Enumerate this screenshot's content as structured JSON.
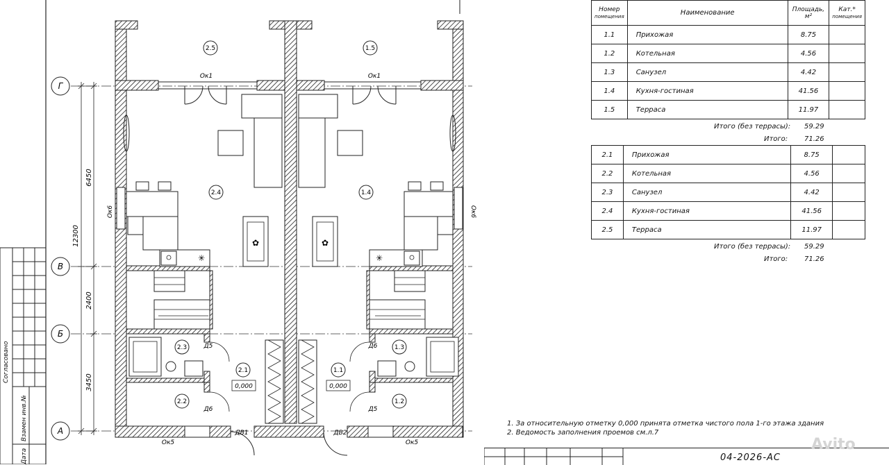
{
  "rooms_table": {
    "headers": {
      "number_line1": "Номер",
      "number_line2": "помещения",
      "name": "Наименование",
      "area_line1": "Площадь,",
      "area_line2": "м²",
      "cat_line1": "Кат.*",
      "cat_line2": "помещения"
    },
    "group1": [
      {
        "num": "1.1",
        "name": "Прихожая",
        "area": "8.75"
      },
      {
        "num": "1.2",
        "name": "Котельная",
        "area": "4.56"
      },
      {
        "num": "1.3",
        "name": "Санузел",
        "area": "4.42"
      },
      {
        "num": "1.4",
        "name": "Кухня-гостиная",
        "area": "41.56"
      },
      {
        "num": "1.5",
        "name": "Терраса",
        "area": "11.97"
      }
    ],
    "group1_total_label": "Итого (без террасы):",
    "group1_total_value": "59.29",
    "group1_grand_label": "Итого:",
    "group1_grand_value": "71.26",
    "group2": [
      {
        "num": "2.1",
        "name": "Прихожая",
        "area": "8.75"
      },
      {
        "num": "2.2",
        "name": "Котельная",
        "area": "4.56"
      },
      {
        "num": "2.3",
        "name": "Санузел",
        "area": "4.42"
      },
      {
        "num": "2.4",
        "name": "Кухня-гостиная",
        "area": "41.56"
      },
      {
        "num": "2.5",
        "name": "Терраса",
        "area": "11.97"
      }
    ],
    "group2_total_label": "Итого (без террасы):",
    "group2_total_value": "59.29",
    "group2_grand_label": "Итого:",
    "group2_grand_value": "71.26"
  },
  "notes": {
    "n1": "1.  За относительную отметку 0,000 принята отметка чистого пола 1-го этажа здания",
    "n2": "2.  Ведомость заполнения проемов см.л.7"
  },
  "stamp": {
    "code": "04-2026-АС"
  },
  "side_labels": {
    "agreed": "Согласовано",
    "replaced": "Взамен инв.№",
    "date": "Дата"
  },
  "watermark": "Avito",
  "plan": {
    "axes": {
      "g": "Г",
      "v": "В",
      "b": "Б",
      "a": "А"
    },
    "dims": {
      "d6450": "6450",
      "d12300": "12300",
      "d2400": "2400",
      "d3450": "3450"
    },
    "rooms": {
      "r25": "2.5",
      "r15": "1.5",
      "r24": "2.4",
      "r14": "1.4",
      "r23": "2.3",
      "r13": "1.3",
      "r21": "2.1",
      "r11": "1.1",
      "r22": "2.2",
      "r12": "1.2"
    },
    "levels": {
      "left": "0,000",
      "right": "0,000"
    },
    "openings": {
      "ok1a": "Ок1",
      "ok1b": "Ок1",
      "ok6a": "Ок6",
      "ok6b": "Ок6",
      "ok5a": "Ок5",
      "ok5b": "Ок5",
      "d5a": "Д5",
      "d5b": "Д5",
      "d6a": "Д6",
      "d6b": "Д6",
      "dv1": "ДВ1",
      "dv2": "ДВ2"
    }
  }
}
